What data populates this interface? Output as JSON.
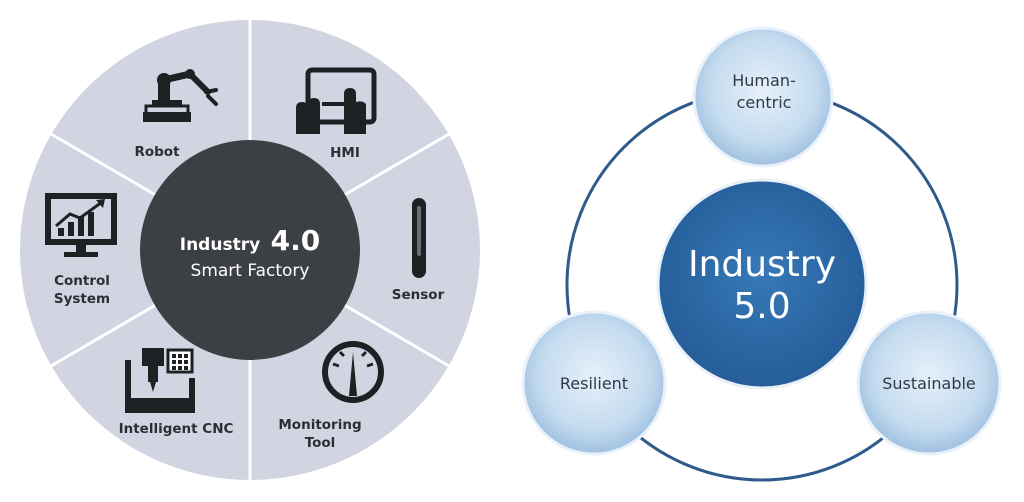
{
  "industry4": {
    "center": {
      "line1_word": "Industry",
      "line1_version": "4.0",
      "line2": "Smart Factory"
    },
    "segments": [
      {
        "label_lines": [
          "Robot"
        ],
        "icon": "robot-arm-icon"
      },
      {
        "label_lines": [
          "HMI"
        ],
        "icon": "touchscreen-hmi-icon"
      },
      {
        "label_lines": [
          "Sensor"
        ],
        "icon": "thermometer-sensor-icon"
      },
      {
        "label_lines": [
          "Monitoring",
          "Tool"
        ],
        "icon": "gauge-icon"
      },
      {
        "label_lines": [
          "Intelligent CNC"
        ],
        "icon": "cnc-machine-icon"
      },
      {
        "label_lines": [
          "Control",
          "System"
        ],
        "icon": "monitor-chart-icon"
      }
    ],
    "colors": {
      "ring": "#d2d5e1",
      "center": "#3c3f43",
      "divider": "#ffffff",
      "label": "#2b2f33"
    }
  },
  "industry5": {
    "center_lines": [
      "Industry",
      "5.0"
    ],
    "nodes": [
      {
        "lines": [
          "Human-",
          "centric"
        ]
      },
      {
        "lines": [
          "Resilient"
        ]
      },
      {
        "lines": [
          "Sustainable"
        ]
      }
    ],
    "colors": {
      "center": "#2f6faf",
      "ring": "#2f5b8a",
      "node_light": "#e3eef8",
      "node_dark": "#a9c9e6"
    }
  }
}
